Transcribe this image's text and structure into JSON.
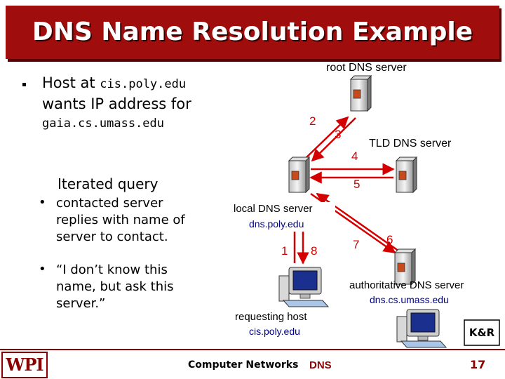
{
  "title": "DNS Name Resolution Example",
  "host_text": {
    "line1_prefix": "Host at ",
    "line1_domain": "cis.poly.edu",
    "line2": "wants IP address for",
    "line3": "gaia.cs.umass.edu"
  },
  "iterated": {
    "heading": "Iterated query",
    "bullets": [
      [
        "contacted server",
        "replies with name of",
        "server to contact."
      ],
      [
        "“I don’t know this",
        "name, but ask this",
        "server.”"
      ]
    ]
  },
  "nodes": {
    "root": "root DNS server",
    "tld": "TLD DNS server",
    "local": "local DNS server",
    "local_host": "dns.poly.edu",
    "auth": "authoritative DNS server",
    "auth_host": "dns.cs.umass.edu",
    "requesting": "requesting host",
    "requesting_host": "cis.poly.edu"
  },
  "steps": [
    "1",
    "2",
    "3",
    "4",
    "5",
    "6",
    "7",
    "8"
  ],
  "kr_badge": "K&R",
  "footer": {
    "logo": "WPI",
    "course": "Computer Networks",
    "topic": "DNS",
    "page": "17"
  },
  "colors": {
    "title_bg": "#a00d0d",
    "arrow": "#d40000",
    "footer_red": "#8b0000",
    "link_blue": "#00008b"
  }
}
